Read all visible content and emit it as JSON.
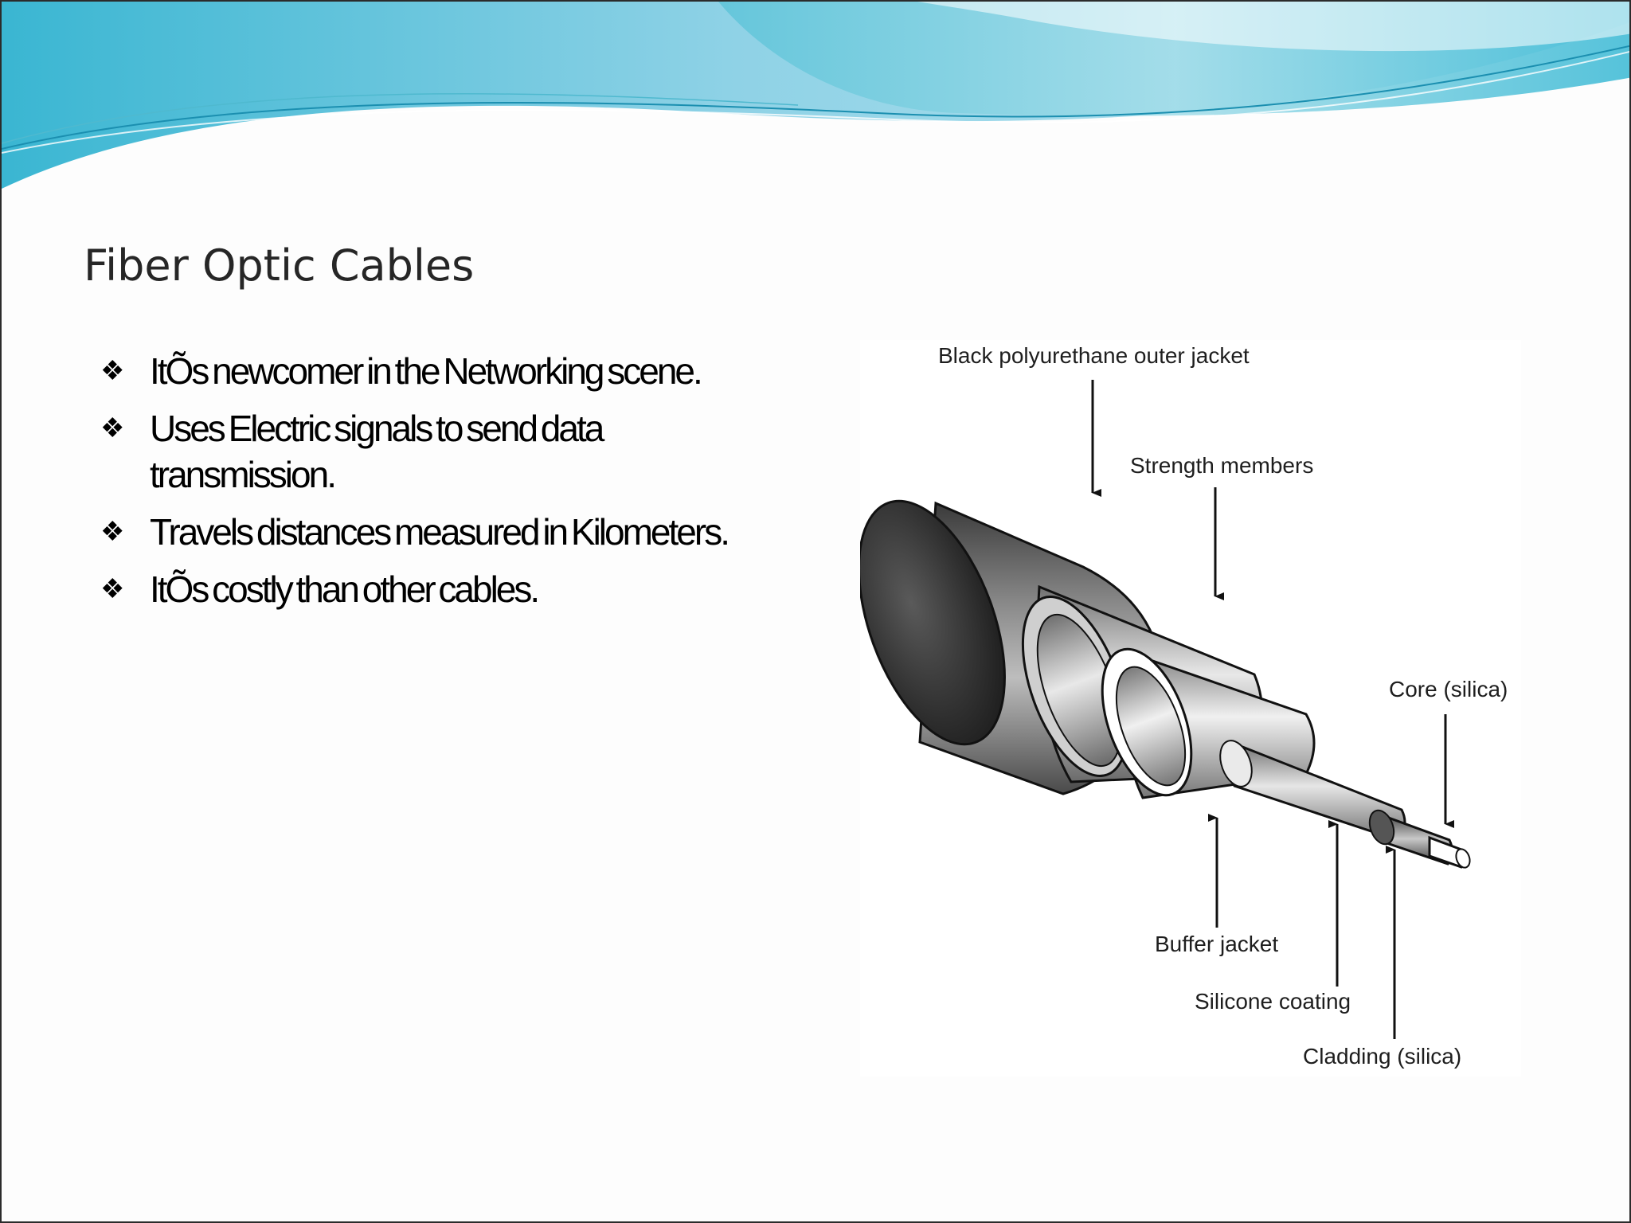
{
  "slide": {
    "title": "Fiber Optic Cables",
    "bullets": [
      {
        "icon": "four-diamond-bullet-icon",
        "text": "ItÕs newcomer in the Networking scene."
      },
      {
        "icon": "four-diamond-bullet-icon",
        "text": "Uses Electric signals to send data transmission."
      },
      {
        "icon": "four-diamond-bullet-icon",
        "text": "Travels distances measured in Kilometers."
      },
      {
        "icon": "four-diamond-bullet-icon",
        "text": "ItÕs costly than other cables."
      }
    ]
  },
  "diagram": {
    "labels": {
      "outer_jacket": "Black polyurethane outer jacket",
      "strength_members": "Strength members",
      "core": "Core (silica)",
      "buffer_jacket": "Buffer jacket",
      "silicone_coating": "Silicone coating",
      "cladding": "Cladding (silica)"
    }
  },
  "colors": {
    "wave_light": "#bfe9f0",
    "wave_mid": "#7fd3e0",
    "wave_dark": "#2aa7c4",
    "text": "#000000"
  }
}
